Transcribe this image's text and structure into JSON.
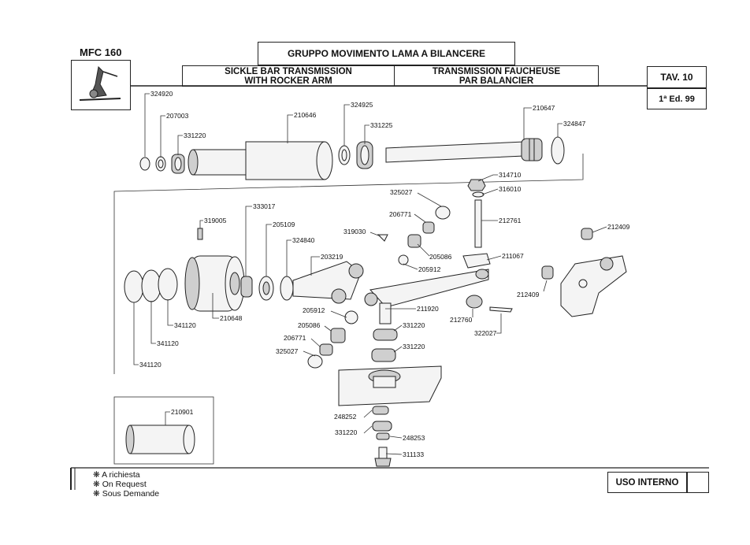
{
  "header": {
    "model": "MFC 160",
    "title_it": "GRUPPO MOVIMENTO LAMA A BILANCERE",
    "title_en_1": "SICKLE BAR TRANSMISSION",
    "title_en_2": "WITH ROCKER ARM",
    "title_fr_1": "TRANSMISSION FAUCHEUSE",
    "title_fr_2": "PAR BALANCIER",
    "table": "TAV. 10",
    "edition": "1ª Ed. 99"
  },
  "footer": {
    "notes": [
      "A richiesta",
      "On Request",
      "Sous Demande"
    ],
    "note_symbol": "❋",
    "internal_use": "USO INTERNO"
  },
  "parts": {
    "p324920": "324920",
    "p207003": "207003",
    "p331220a": "331220",
    "p210646": "210646",
    "p324925": "324925",
    "p331225": "331225",
    "p210647": "210647",
    "p324847": "324847",
    "p314710": "314710",
    "p316010": "316010",
    "p212761": "212761",
    "p325027a": "325027",
    "p206771a": "206771",
    "p319005": "319005",
    "p333017": "333017",
    "p205109": "205109",
    "p324840": "324840",
    "p319030": "319030",
    "p203219": "203219",
    "p205086a": "205086",
    "p205912a": "205912",
    "p211067": "211067",
    "p212409a": "212409",
    "p212409b": "212409",
    "p210648": "210648",
    "p341120a": "341120",
    "p341120b": "341120",
    "p341120c": "341120",
    "p205912b": "205912",
    "p205086b": "205086",
    "p206771b": "206771",
    "p325027b": "325027",
    "p211920": "211920",
    "p331220b": "331220",
    "p331220c": "331220",
    "p212760": "212760",
    "p322027": "322027",
    "p210901": "210901",
    "p248252": "248252",
    "p331220d": "331220",
    "p248253": "248253",
    "p311133": "311133"
  },
  "colors": {
    "ink": "#222222",
    "paper": "#ffffff",
    "shade": "#cfcfcf"
  }
}
